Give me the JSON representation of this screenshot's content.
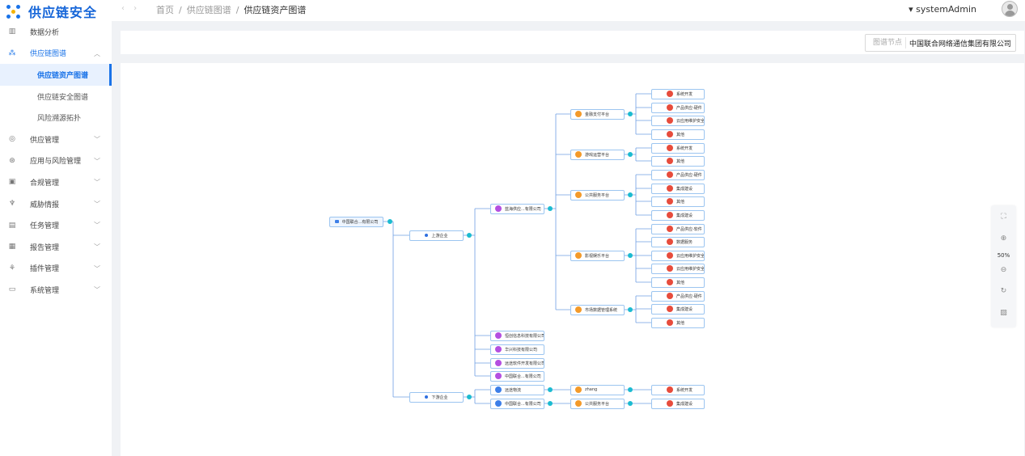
{
  "app": {
    "title": "供应链安全"
  },
  "nav_arrows": "‹ ›",
  "breadcrumb": [
    "首页",
    "供应链图谱",
    "供应链资产图谱"
  ],
  "breadcrumb_sep": "/",
  "user": {
    "name": "systemAdmin"
  },
  "sidebar": {
    "items": [
      {
        "label": "数据分析",
        "icon": "bar-chart-icon"
      },
      {
        "label": "供应链图谱",
        "icon": "graph-icon",
        "expanded": true,
        "children": [
          "供应链资产图谱",
          "供应链安全图谱",
          "风险溯源拓扑"
        ]
      },
      {
        "label": "供应管理",
        "icon": "supply-icon"
      },
      {
        "label": "应用与风险管理",
        "icon": "app-risk-icon"
      },
      {
        "label": "合规管理",
        "icon": "compliance-icon"
      },
      {
        "label": "威胁情报",
        "icon": "threat-icon"
      },
      {
        "label": "任务管理",
        "icon": "task-icon"
      },
      {
        "label": "报告管理",
        "icon": "report-icon"
      },
      {
        "label": "插件管理",
        "icon": "plugin-icon"
      },
      {
        "label": "系统管理",
        "icon": "system-icon"
      }
    ],
    "active_child": "供应链资产图谱"
  },
  "toolbar": {
    "node_label": "图谱节点",
    "node_value": "中国联合网络通信集团有限公司"
  },
  "graph": {
    "root": "中国联合...有限公司",
    "upstream": "上游企业",
    "downstream": "下游企业",
    "upstream_companies": [
      "蓝海供应...有限公司",
      "恒创信息科技有限公司",
      "华兴科技有限公司",
      "远途软件开发有限公司",
      "中国联合...有限公司"
    ],
    "downstream_companies": [
      "远途物流",
      "中国联合...有限公司"
    ],
    "platforms": [
      "金融支付平台",
      "游戏运营平台",
      "公共服务平台",
      "影视娱乐平台",
      "市场数据管理系统",
      "zhang",
      "公共服务平台"
    ],
    "leaves": [
      [
        "系统开发",
        "产品供应-硬件",
        "云应用维护安全服务",
        "其他"
      ],
      [
        "系统开发",
        "其他"
      ],
      [
        "产品供应-硬件",
        "集成建设",
        "其他",
        "集成建设"
      ],
      [
        "产品供应-软件",
        "数据服务",
        "云应用维护安全服务",
        "云应用维护安全服务",
        "其他"
      ],
      [
        "产品供应-硬件",
        "集成建设",
        "其他"
      ],
      [
        "系统开发"
      ],
      [
        "集成建设"
      ]
    ]
  },
  "zoom": {
    "level": "50%",
    "tools": [
      "fit-screen-icon",
      "zoom-in-icon",
      "zoom-out-icon",
      "refresh-icon",
      "image-export-icon"
    ]
  },
  "colors": {
    "accent": "#1a73e8",
    "node_border": "#9cc5f0",
    "connector": "#6f9fe3",
    "expand": "#1bbbd0",
    "company_icon": "#b44fe0",
    "platform_icon": "#f39a2a",
    "leaf_icon": "#e74c3c"
  }
}
